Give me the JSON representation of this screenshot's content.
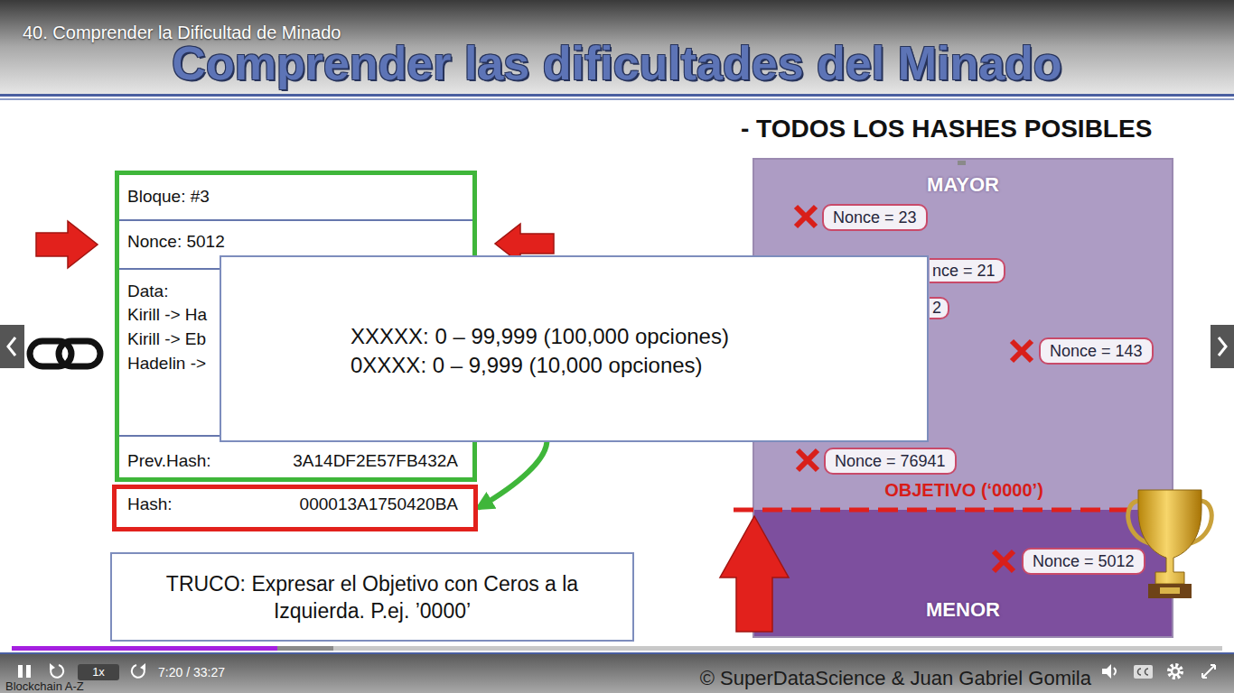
{
  "diagram": {
    "title": "Comprender las dificultades del Minado",
    "nodes": [
      {
        "text": [
          "Bloque: #3",
          "Nonce: 5012",
          "Data:",
          "Kirill -> Ha",
          "Kirill -> Eb",
          "Hadelin ->",
          "Prev.Hash:",
          "3A14DF2E57FB432A"
        ]
      },
      {
        "text": [
          "Hash:",
          "000013A1750420BA"
        ]
      },
      {
        "text": [
          "XXXXX: 0 – 99,999 (100,000 opciones)",
          "0XXXX: 0 – 9,999 (10,000 opciones)"
        ]
      },
      {
        "text": [
          "TRUCO: Expresar el Objetivo con Ceros a la Izquierda. P.ej. ’0000’"
        ]
      },
      {
        "text": [
          "- TODOS LOS HASHES POSIBLES"
        ]
      },
      {
        "text": [
          "MAYOR"
        ],
        "in": 4
      },
      {
        "text": [
          "Nonce = 23"
        ],
        "in": 5
      },
      {
        "text": [
          "nce = 21"
        ],
        "in": 5
      },
      {
        "text": [
          "2"
        ],
        "in": 5
      },
      {
        "text": [
          "Nonce = 143"
        ],
        "in": 5
      },
      {
        "text": [
          "Nonce = 76941"
        ],
        "in": 5
      },
      {
        "text": [
          "MENOR"
        ],
        "in": 4
      },
      {
        "text": [
          "Nonce = 5012"
        ],
        "in": 11
      }
    ],
    "edges": [
      {
        "from": 0,
        "to": 1,
        "arrow": "to"
      }
    ],
    "labels": [
      "40. Comprender la Dificultad de Minado",
      "OBJETIVO (‘0000’)",
      "1x",
      "7:20 / 33:27",
      "Blockchain A-Z",
      "© SuperDataScience & Juan Gabriel Gomila"
    ]
  }
}
